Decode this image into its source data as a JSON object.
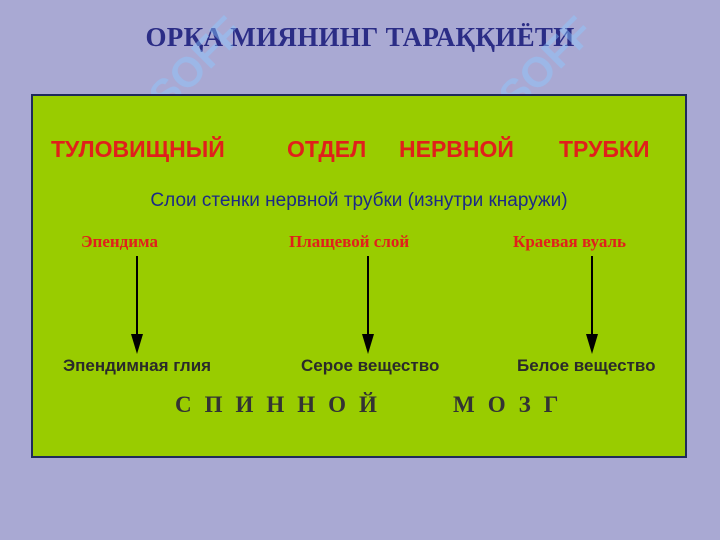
{
  "slide": {
    "title": "ОРҚА МИЯНИНГ ТАРАҚҚИЁТИ",
    "watermark": "SOFF"
  },
  "panel": {
    "headings": [
      "ТУЛОВИЩНЫЙ",
      "ОТДЕЛ",
      "НЕРВНОЙ",
      "ТРУБКИ"
    ],
    "subtitle": "Слои стенки нервной трубки (изнутри кнаружи)",
    "layers": [
      "Эпендима",
      "Плащевой слой",
      "Краевая вуаль"
    ],
    "results": [
      "Эпендимная глия",
      "Серое вещество",
      "Белое вещество"
    ],
    "brain": [
      "СПИННОЙ",
      "МОЗГ"
    ]
  },
  "colors": {
    "background": "#a9a9d3",
    "title": "#2b2d86",
    "panel": "#99cc00",
    "red_text": "#e0201b",
    "blue_text": "#1c2b86"
  }
}
